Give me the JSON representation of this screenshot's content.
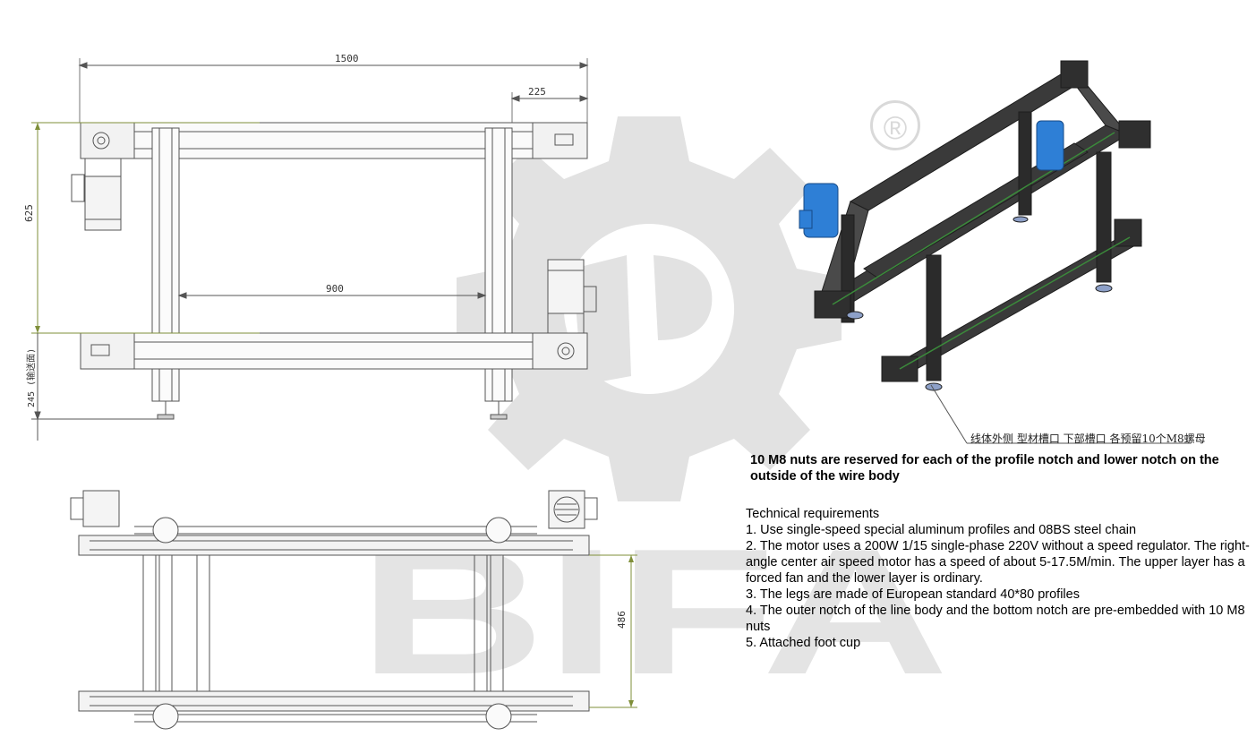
{
  "dimensions": {
    "overall_length": "1500",
    "end_offset": "225",
    "width": "625",
    "inner_span": "900",
    "conveying_height": "245 (输送面)",
    "bottom_width": "486"
  },
  "watermark": {
    "brand_text": "BIFA",
    "registered_mark": "®"
  },
  "iso_view": {
    "leader_label": "线体外侧 型材槽口 下部槽口 各预留10个M8螺母"
  },
  "callout_text": "10 M8 nuts are reserved for each of the profile notch and lower notch on the outside of the wire body",
  "technical_requirements": {
    "title": "Technical requirements",
    "items": [
      "1. Use single-speed special aluminum profiles and 08BS steel chain",
      "2. The motor uses a 200W 1/15 single-phase 220V without a speed regulator. The right-angle center air speed motor has a speed of about 5-17.5M/min. The upper layer has a forced fan and the lower layer is ordinary.",
      "3. The legs are made of European standard 40*80 profiles",
      "4. The outer notch of the line body and the bottom notch are pre-embedded with 10 M8 nuts",
      "5. Attached foot cup"
    ]
  },
  "colors": {
    "line": "#555555",
    "dimension_green": "#7f8f3a",
    "motor_blue": "#2e7fd6",
    "watermark": "#dcdcdc",
    "profile_dark": "#2b2b2b"
  }
}
